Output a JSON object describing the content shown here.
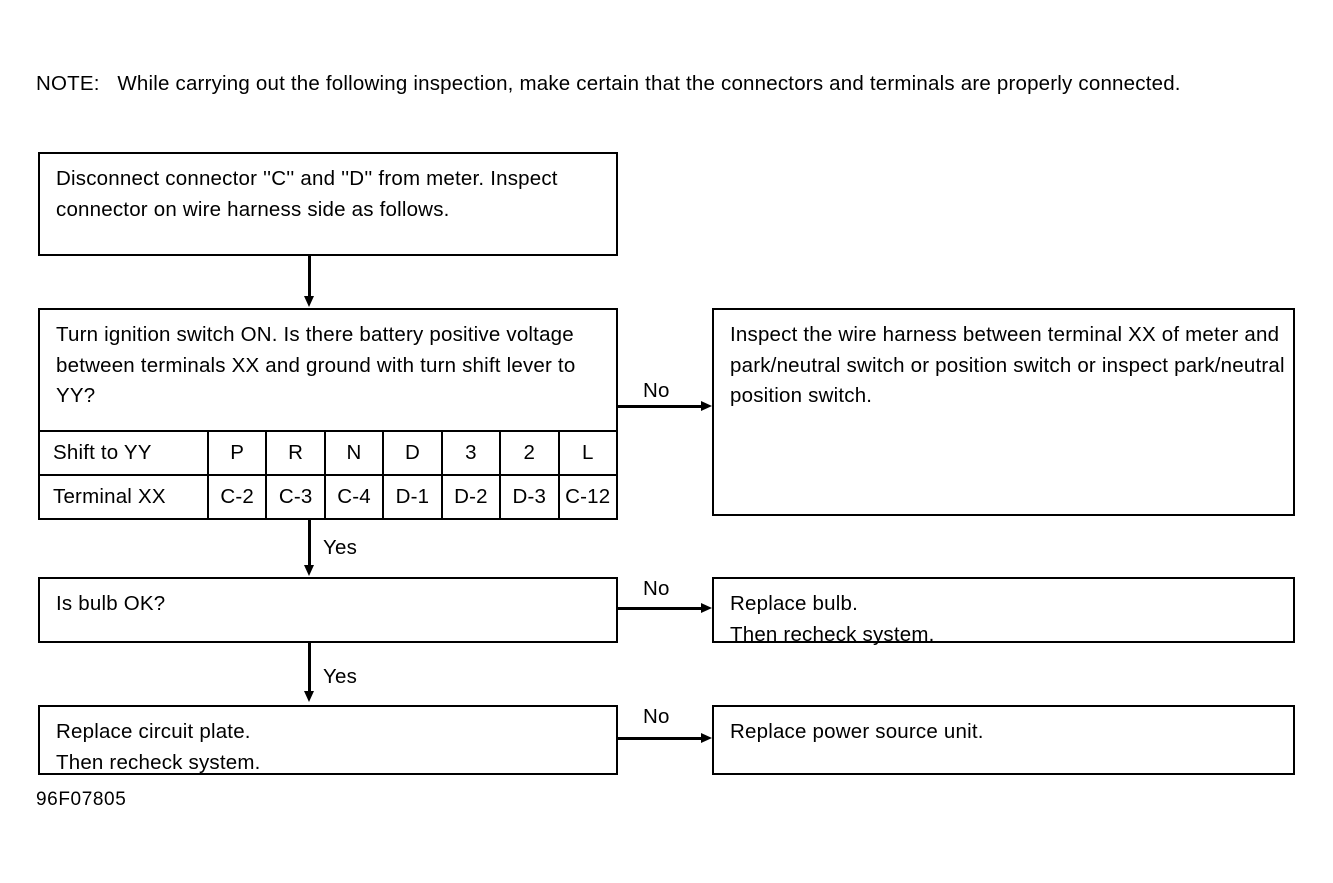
{
  "note": {
    "label": "NOTE:",
    "text": "While carrying out the following inspection, make certain that the connectors and terminals are properly connected."
  },
  "boxes": {
    "disconnect": "Disconnect connector ''C'' and ''D'' from meter. Inspect connector on wire harness side as follows.",
    "question": "Turn ignition switch ON. Is there battery positive voltage between terminals XX and ground with turn shift lever to YY?",
    "harness": "Inspect the wire harness between terminal XX of meter and park/neutral switch or position switch or inspect park/neutral position switch.",
    "bulb": "Is bulb OK?",
    "replace_bulb": "Replace bulb.\nThen recheck system.",
    "circuit_plate": "Replace circuit plate.\nThen recheck system.",
    "power_source": "Replace power source unit."
  },
  "shift_table": {
    "rows": [
      {
        "header": "Shift to YY",
        "cells": [
          "P",
          "R",
          "N",
          "D",
          "3",
          "2",
          "L"
        ]
      },
      {
        "header": "Terminal XX",
        "cells": [
          "C-2",
          "C-3",
          "C-4",
          "D-1",
          "D-2",
          "D-3",
          "C-12"
        ]
      }
    ]
  },
  "edge_labels": {
    "no_1": "No",
    "yes_1": "Yes",
    "no_2": "No",
    "yes_2": "Yes",
    "no_3": "No"
  },
  "figure_id": "96F07805",
  "colors": {
    "ink": "#000000",
    "paper": "#ffffff"
  }
}
